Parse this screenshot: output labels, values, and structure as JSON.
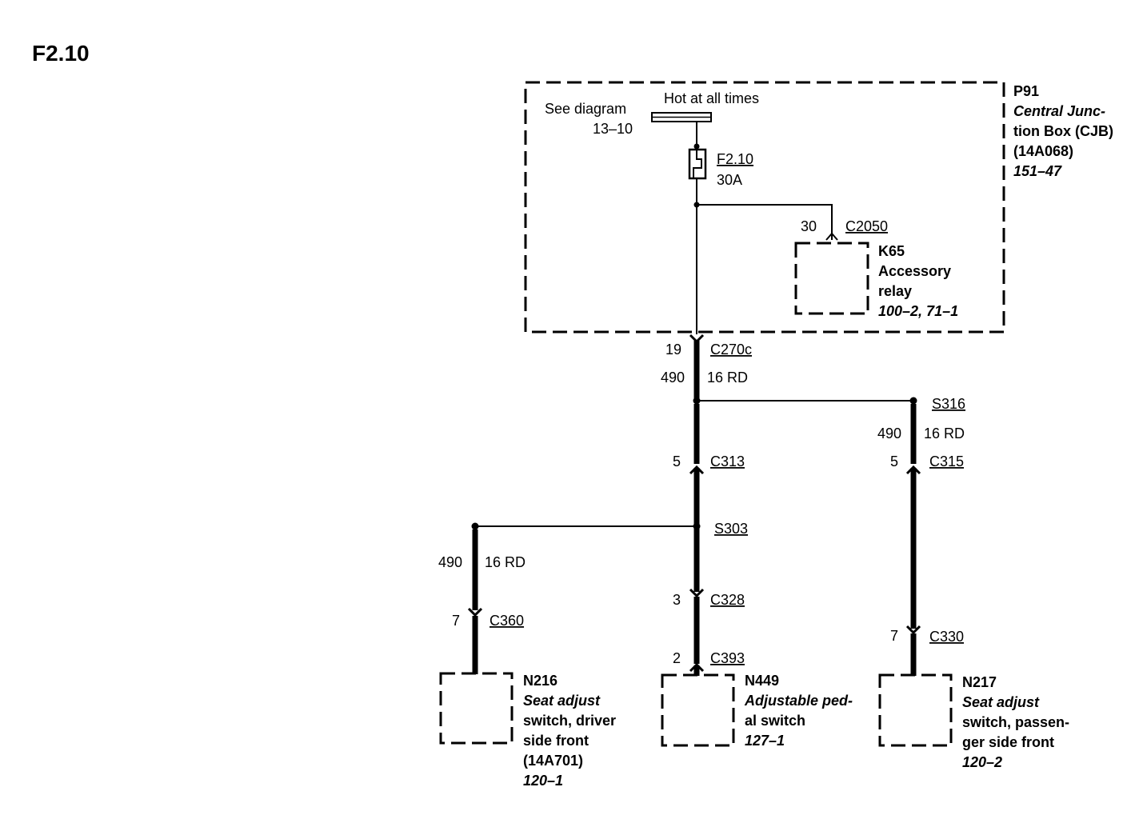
{
  "page_title": "F2.10",
  "cjb": {
    "id": "P91",
    "lines": [
      "Central Junc-",
      "tion Box (CJB)",
      "(14A068)"
    ],
    "ref": "151–47",
    "see_diagram": "See diagram",
    "see_diagram_num": "13–10",
    "hot_label": "Hot at all times",
    "fuse_id": "F2.10",
    "fuse_rating": "30A"
  },
  "relay": {
    "pin": "30",
    "connector": "C2050",
    "id": "K65",
    "name_line1": "Accessory",
    "name_line2": "relay",
    "ref": "100–2, 71–1"
  },
  "trunk": {
    "pin": "19",
    "connector": "C270c",
    "circuit": "490",
    "wire": "16 RD"
  },
  "right_branch": {
    "splice": "S316",
    "circuit": "490",
    "wire": "16 RD",
    "pin_top": "5",
    "connector_top": "C315",
    "pin_bottom": "7",
    "connector_bottom": "C330"
  },
  "center_branch": {
    "pin_c313": "5",
    "connector_c313": "C313",
    "splice": "S303",
    "pin_c328": "3",
    "connector_c328": "C328",
    "pin_c393": "2",
    "connector_c393": "C393"
  },
  "left_branch": {
    "circuit": "490",
    "wire": "16 RD",
    "pin": "7",
    "connector": "C360"
  },
  "n216": {
    "id": "N216",
    "lines": [
      "Seat adjust",
      "switch, driver",
      "side front",
      "(14A701)"
    ],
    "ref": "120–1"
  },
  "n449": {
    "id": "N449",
    "lines": [
      "Adjustable ped-",
      "al switch"
    ],
    "ref": "127–1"
  },
  "n217": {
    "id": "N217",
    "lines": [
      "Seat adjust",
      "switch, passen-",
      "ger side front"
    ],
    "ref": "120–2"
  }
}
